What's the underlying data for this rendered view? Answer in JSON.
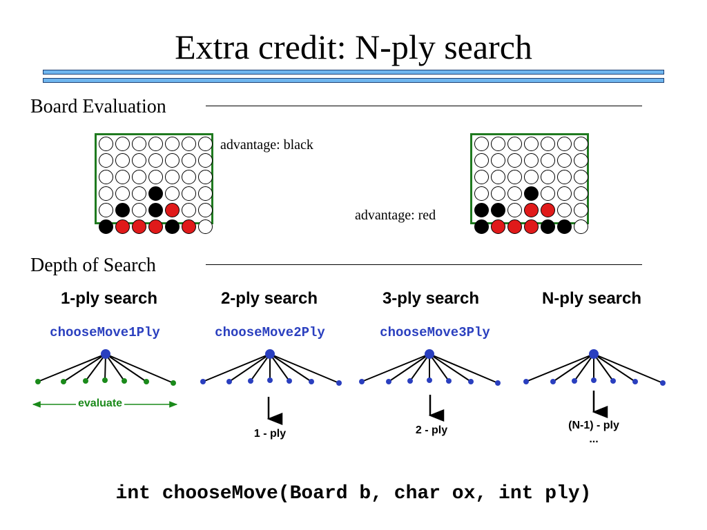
{
  "title": "Extra credit: N-ply search",
  "sections": {
    "board_evaluation": "Board Evaluation",
    "depth_of_search": "Depth of Search"
  },
  "boards": [
    {
      "label": "advantage: black",
      "rows": [
        "ooooooo",
        "ooooooo",
        "ooooooo",
        "ooobooo",
        "obobroo",
        "brrrbro"
      ]
    },
    {
      "label": "advantage: red",
      "rows": [
        "ooooooo",
        "ooooooo",
        "ooooooo",
        "ooobooo",
        "bborroo",
        "brrrbbo"
      ]
    }
  ],
  "columns": [
    {
      "heading": "1-ply search",
      "function": "chooseMove1Ply",
      "note": ""
    },
    {
      "heading": "2-ply search",
      "function": "chooseMove2Ply",
      "note": "1 - ply"
    },
    {
      "heading": "3-ply search",
      "function": "chooseMove3Ply",
      "note": "2 - ply"
    },
    {
      "heading": "N-ply search",
      "function": "",
      "note": "(N-1) - ply",
      "note2": "..."
    }
  ],
  "evaluate_label": "evaluate",
  "signature": "int chooseMove(Board b, char ox, int ply)",
  "colors": {
    "leaf_green": "#1a8a1a",
    "node_blue": "#2a3fbf",
    "checker_red": "#e01a1a",
    "board_border": "#1f7a1f",
    "title_bar": "#6fb6ef"
  }
}
